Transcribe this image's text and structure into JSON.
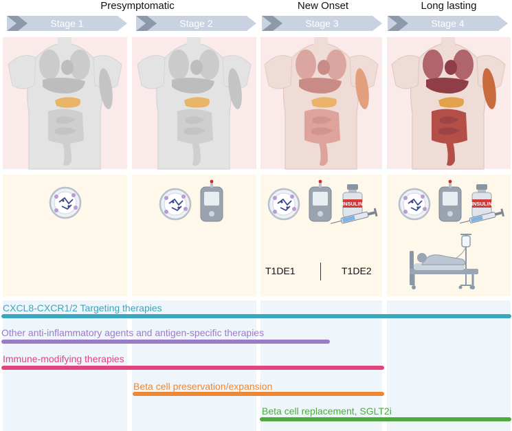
{
  "groups": [
    {
      "title": "Presymptomatic"
    },
    {
      "title": "New Onset"
    },
    {
      "title": "Long lasting"
    }
  ],
  "stages": [
    {
      "label": "Stage 1"
    },
    {
      "label": "Stage 2"
    },
    {
      "label": "Stage 3"
    },
    {
      "label": "Stage 4"
    }
  ],
  "endotypes": [
    "T1DE1",
    "T1DE2"
  ],
  "therapies": [
    {
      "label": "CXCL8-CXCR1/2 Targeting therapies",
      "color": "#3aa6c1"
    },
    {
      "label": "Other anti-inflammatory agents and antigen-specific therapies",
      "color": "#9a7cc4"
    },
    {
      "label": "Immune-modifying therapies",
      "color": "#e1457e"
    },
    {
      "label": "Beta cell preservation/expansion",
      "color": "#ec8735"
    },
    {
      "label": "Beta cell replacement, SGLT2i",
      "color": "#4eaa3e"
    }
  ],
  "vial_label": "INSULIN",
  "colors": {
    "chevron": "#c8d2e0",
    "chevron_tip": "#8d99a8",
    "body_panel": "#fbeaea",
    "icon_panel": "#fdf8e9",
    "therapy_panel": "#eef6fb"
  },
  "icons": [
    "islet-icon",
    "glucometer-icon",
    "insulin-vial-icon",
    "syringe-icon",
    "hospital-bed-icon",
    "iv-drip-icon",
    "torso-icon"
  ]
}
